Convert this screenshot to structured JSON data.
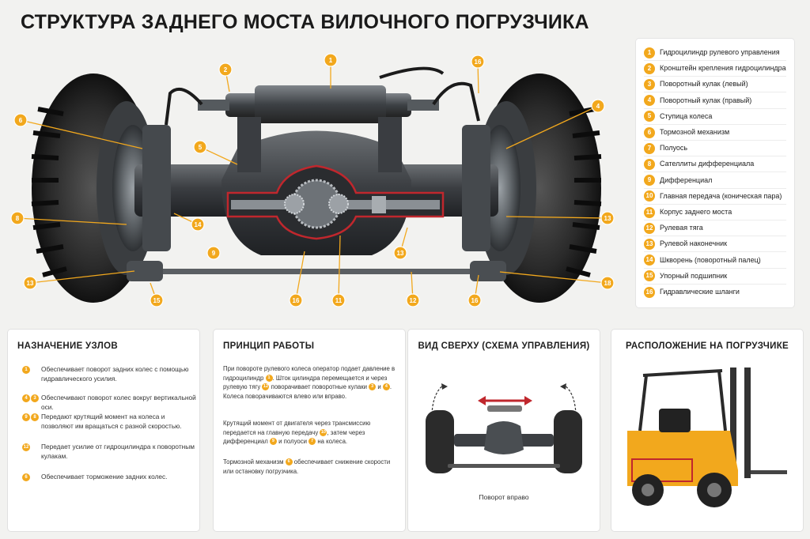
{
  "title": "СТРУКТУРА ЗАДНЕГО МОСТА ВИЛОЧНОГО ПОГРУЗЧИКА",
  "colors": {
    "accent": "#f2a81d",
    "background": "#f2f2f0",
    "panel": "#ffffff",
    "highlight": "#c0272d"
  },
  "legend": [
    {
      "num": "1",
      "label": "Гидроцилиндр рулевого управления"
    },
    {
      "num": "2",
      "label": "Кронштейн крепления гидроцилиндра"
    },
    {
      "num": "3",
      "label": "Поворотный кулак (левый)"
    },
    {
      "num": "4",
      "label": "Поворотный кулак (правый)"
    },
    {
      "num": "5",
      "label": "Ступица колеса"
    },
    {
      "num": "6",
      "label": "Тормозной механизм"
    },
    {
      "num": "7",
      "label": "Полуось"
    },
    {
      "num": "8",
      "label": "Сателлиты дифференциала"
    },
    {
      "num": "9",
      "label": "Дифференциал"
    },
    {
      "num": "10",
      "label": "Главная передача (коническая пара)"
    },
    {
      "num": "11",
      "label": "Корпус заднего моста"
    },
    {
      "num": "12",
      "label": "Рулевая тяга"
    },
    {
      "num": "13",
      "label": "Рулевой наконечник"
    },
    {
      "num": "14",
      "label": "Шкворень (поворотный палец)"
    },
    {
      "num": "15",
      "label": "Упорный подшипник"
    },
    {
      "num": "16",
      "label": "Гидравлические шланги"
    }
  ],
  "callouts": [
    "1",
    "2",
    "16",
    "6",
    "5",
    "4",
    "8",
    "14",
    "9",
    "13",
    "13",
    "16",
    "11",
    "15",
    "12",
    "16",
    "13",
    "18",
    "13"
  ],
  "purpose": {
    "title": "НАЗНАЧЕНИЕ УЗЛОВ",
    "items": [
      {
        "badges": [
          "1"
        ],
        "text": "Обеспечивает поворот задних колес с помощью гидравлического усилия."
      },
      {
        "badges": [
          "4",
          "3"
        ],
        "text": "Обеспечивают поворот колес вокруг вертикальной оси."
      },
      {
        "badges": [
          "9",
          "8"
        ],
        "text": "Передают крутящий момент на колеса и позволяют им вращаться с разной скоростью."
      },
      {
        "badges": [
          "12"
        ],
        "text": "Передает усилие от гидроцилиндра к поворотным кулакам."
      },
      {
        "badges": [
          "6"
        ],
        "text": "Обеспечивает торможение задних колес."
      }
    ]
  },
  "work": {
    "title": "ПРИНЦИП РАБОТЫ",
    "p1": {
      "a": "При повороте рулевого колеса оператор подает давление в гидроцилиндр",
      "b1": "1",
      "b": ". Шток цилиндра перемещается и через рулевую тягу",
      "b2": "12",
      "c": "поворачивает поворотные кулаки",
      "b3": "3",
      "d": "и",
      "b4": "4",
      "e": ". Колеса поворачиваются влево или вправо."
    },
    "p2": {
      "a": "Крутящий момент от двигателя через трансмиссию передается на главную передачу",
      "b1": "10",
      "b": ", затем через дифференциал",
      "b2": "9",
      "c": "и полуоси",
      "b3": "7",
      "d": "на колеса."
    },
    "p3": {
      "a": "Тормозной механизм",
      "b1": "6",
      "b": "обеспечивает снижение скорости или остановку погрузчика."
    }
  },
  "topview": {
    "title": "ВИД СВЕРХУ (СХЕМА УПРАВЛЕНИЯ)",
    "caption": "Поворот вправо"
  },
  "location": {
    "title": "РАСПОЛОЖЕНИЕ НА ПОГРУЗЧИКЕ"
  }
}
